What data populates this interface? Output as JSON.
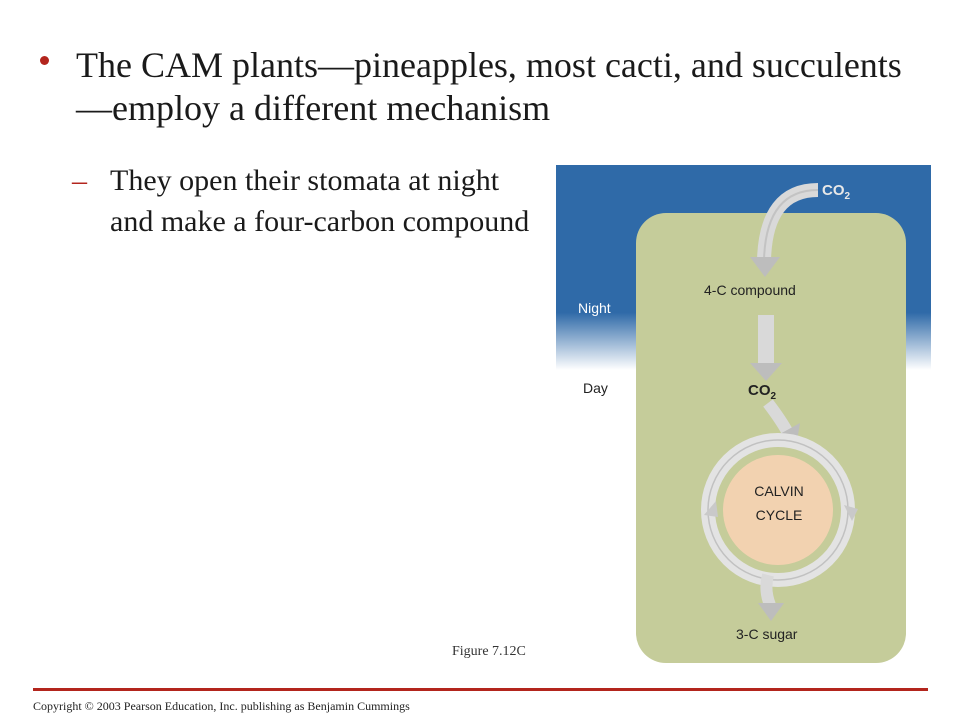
{
  "slide": {
    "bullet_text": "The CAM plants—pineapples, most cacti, and succulents—employ a different mechanism",
    "sub_dash": "–",
    "sub_text": "They open their stomata at night and make a four-carbon compound",
    "figure_label": "Figure 7.12C",
    "copyright": "Copyright © 2003 Pearson Education, Inc. publishing as Benjamin Cummings"
  },
  "diagram": {
    "night_label": "Night",
    "day_label": "Day",
    "co2_top": "CO",
    "co2_top_sub": "2",
    "c4_compound": "4-C compound",
    "co2_mid": "CO",
    "co2_mid_sub": "2",
    "calvin_line1": "CALVIN",
    "calvin_line2": "CYCLE",
    "sugar": "3-C sugar"
  },
  "colors": {
    "accent": "#b3251d",
    "night_blue": "#2f6aa8",
    "cell_green": "#c5cc9a",
    "calvin_fill": "#f2d2b0"
  }
}
